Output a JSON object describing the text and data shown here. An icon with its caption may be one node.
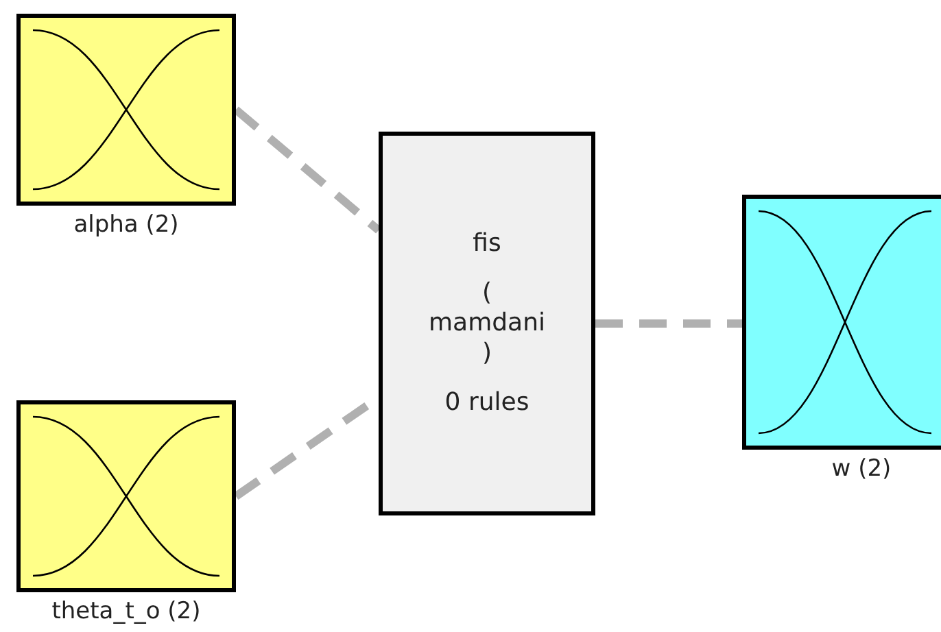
{
  "diagram": {
    "nodes": [
      {
        "text": [
          "alpha (2)"
        ]
      },
      {
        "text": [
          "theta_t_o (2)"
        ]
      },
      {
        "text": [
          "fis",
          "( mamdani )",
          "0 rules"
        ]
      },
      {
        "text": [
          "w (2)"
        ]
      }
    ],
    "edges": [
      {
        "from": 0,
        "to": 2,
        "arrow": "none",
        "style": "dashed"
      },
      {
        "from": 1,
        "to": 2,
        "arrow": "none",
        "style": "dashed"
      },
      {
        "from": 2,
        "to": 3,
        "arrow": "none",
        "style": "dashed"
      }
    ]
  }
}
